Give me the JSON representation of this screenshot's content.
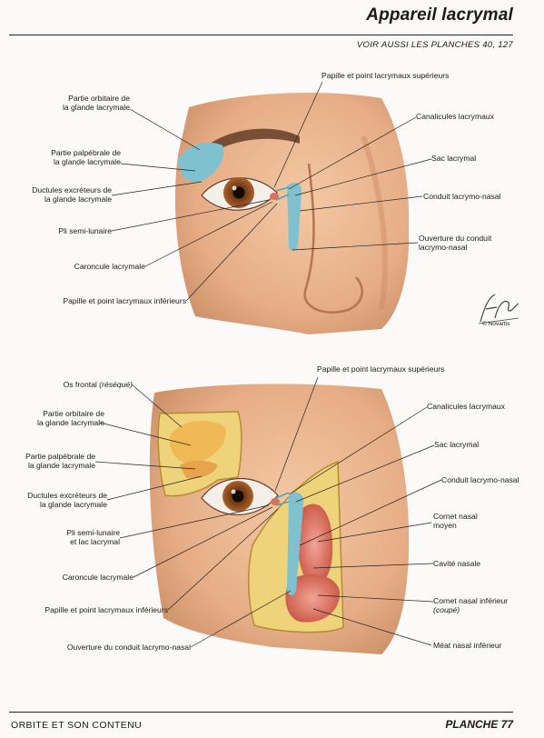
{
  "header": {
    "title": "Appareil lacrymal",
    "see_also": "VOIR AUSSI LES PLANCHES 40, 127"
  },
  "figure_top": {
    "labels": {
      "papille_sup": "Papille et point lacrymaux supérieurs",
      "partie_orbitaire_1": "Partie orbitaire de",
      "partie_orbitaire_2": "la glande lacrymale",
      "canalicules": "Canalicules lacrymaux",
      "partie_palpebrale_1": "Partie palpébrale de",
      "partie_palpebrale_2": "la glande lacrymale",
      "sac": "Sac lacrymal",
      "ductules_1": "Ductules excréteurs de",
      "ductules_2": "la glande lacrymale",
      "conduit": "Conduit lacrymo-nasal",
      "pli": "Pli semi-lunaire",
      "ouverture_1": "Ouverture du conduit",
      "ouverture_2": "lacrymo-nasal",
      "caroncule": "Caroncule lacrymale",
      "papille_inf": "Papille et point lacrymaux inférieurs"
    },
    "copyright": "© Novartis"
  },
  "figure_bottom": {
    "labels": {
      "papille_sup": "Papille et point lacrymaux supérieurs",
      "os_frontal": "Os frontal",
      "os_frontal_note": "(réséqué)",
      "canalicules": "Canalicules lacrymaux",
      "partie_orbitaire_1": "Partie orbitaire de",
      "partie_orbitaire_2": "la glande lacrymale",
      "sac": "Sac lacrymal",
      "partie_palpebrale_1": "Partie palpébrale de",
      "partie_palpebrale_2": "la glande lacrymale",
      "conduit": "Conduit lacrymo-nasal",
      "ductules_1": "Ductules excréteurs de",
      "ductules_2": "la glande lacrymale",
      "cornet_moyen_1": "Cornet nasal",
      "cornet_moyen_2": "moyen",
      "pli_1": "Pli semi-lunaire",
      "pli_2": "et lac lacrymal",
      "cavite": "Cavité nasale",
      "caroncule": "Caroncule lacrymale",
      "cornet_inf": "Cornet nasal inférieur",
      "cornet_inf_note": "(coupé)",
      "papille_inf": "Papille et point lacrymaux inférieurs",
      "meat": "Méat nasal inférieur",
      "ouverture": "Ouverture du conduit lacrymo-nasal"
    }
  },
  "footer": {
    "section": "ORBITE ET SON CONTENU",
    "plate": "PLANCHE 77"
  },
  "colors": {
    "skin": "#e9b48f",
    "skin_shadow": "#c98762",
    "gland": "#7fc1cf",
    "bone": "#efd37a",
    "mucosa": "#d96a57",
    "iris": "#8a4a1e"
  }
}
